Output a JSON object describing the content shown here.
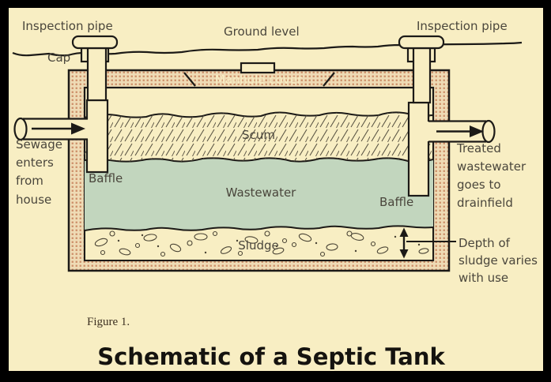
{
  "title": "Schematic of a Septic Tank",
  "figure_caption": "Figure 1.",
  "colors": {
    "frame": "#000000",
    "background": "#F8EEC3",
    "wall_base": "#EFDBB5",
    "wall_dot": "#CC8E68",
    "water": "#C2D6BE",
    "outline": "#1c1a17",
    "label_text": "#4a463c",
    "title_text": "#15130f"
  },
  "diagram": {
    "top_labels": {
      "inspection_pipe_left": "Inspection pipe",
      "ground_level": "Ground level",
      "inspection_pipe_right": "Inspection pipe",
      "cap": "Cap"
    },
    "tank": {
      "manhole_cover": "Manhole cover",
      "scum": "Scum",
      "wastewater": "Wastewater",
      "sludge": "Sludge",
      "baffle_left": "Baffle",
      "baffle_right": "Baffle"
    },
    "annotations": {
      "inlet": [
        "Sewage",
        "enters",
        "from",
        "house"
      ],
      "outlet": [
        "Treated",
        "wastewater",
        "goes to",
        "drainfield"
      ],
      "sludge_depth": [
        "Depth of",
        "sludge varies",
        "with use"
      ]
    }
  }
}
